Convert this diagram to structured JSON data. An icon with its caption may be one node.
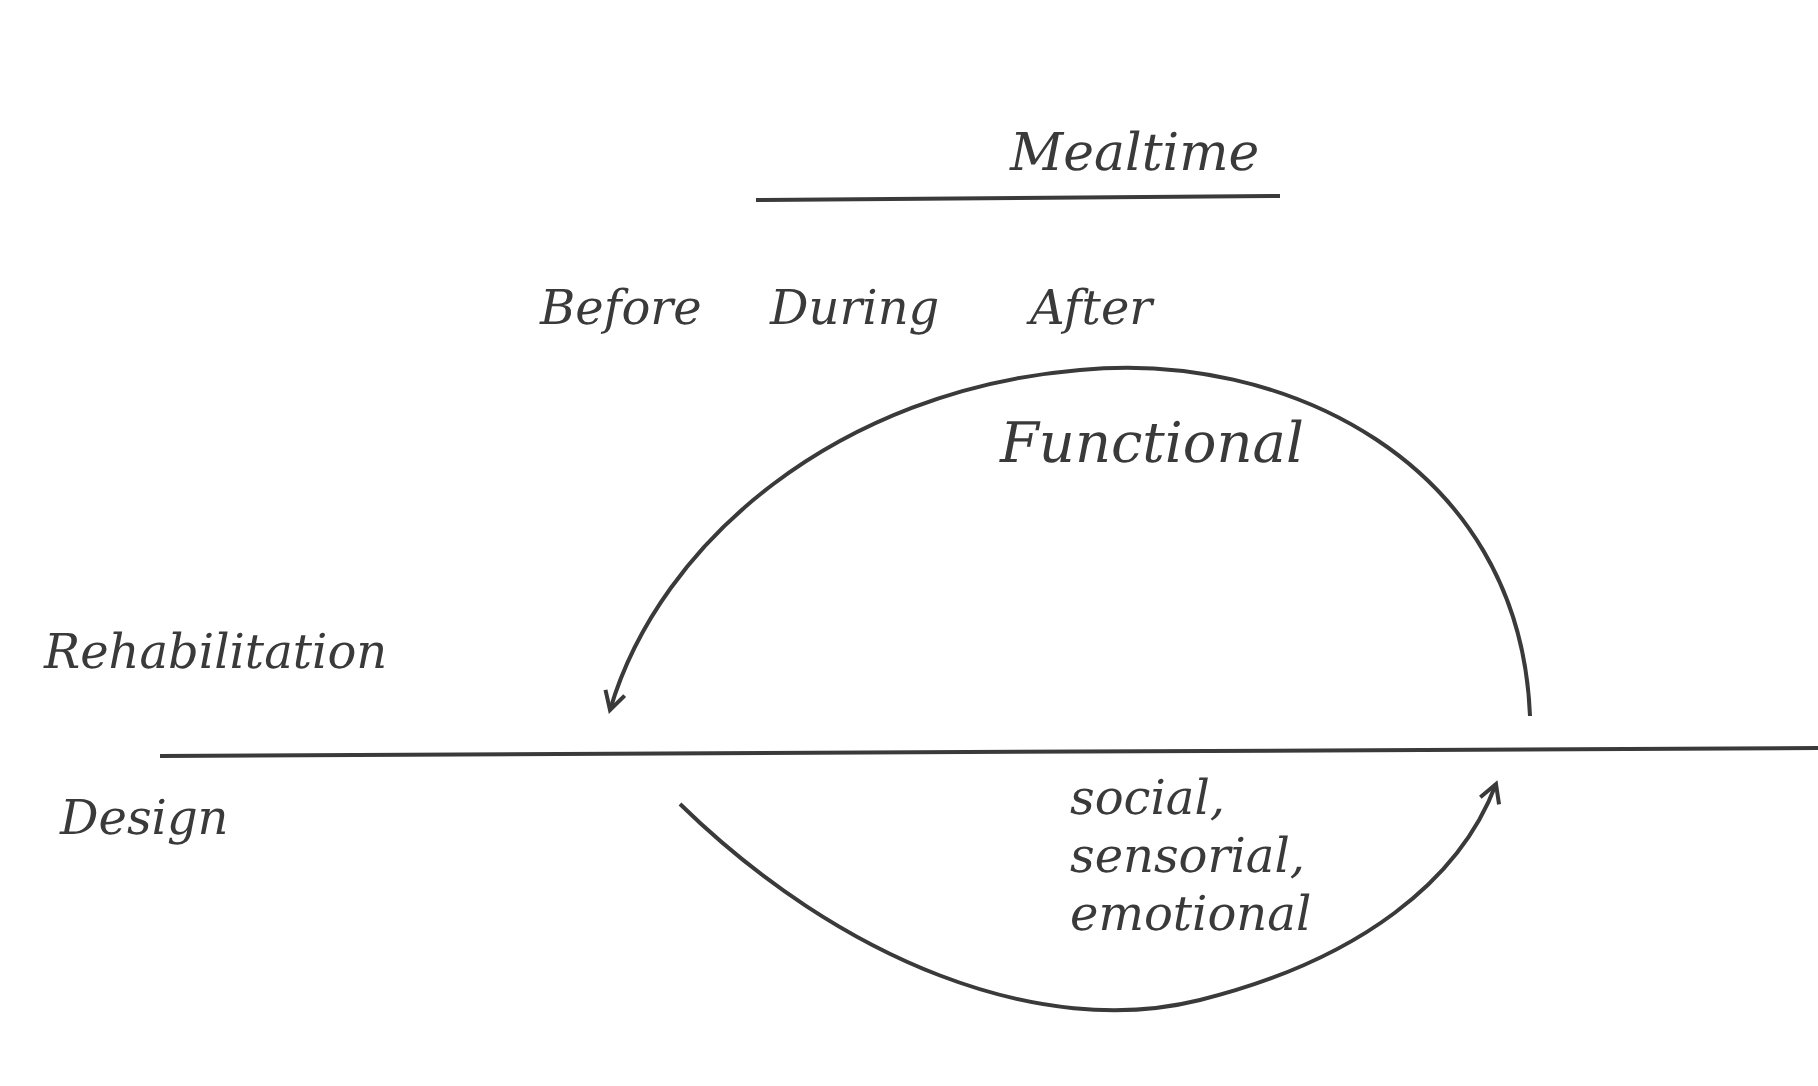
{
  "diagram": {
    "title": "Mealtime",
    "labels": [
      "Before",
      "During",
      "After",
      "Functional",
      "Rehabilitation",
      "Design",
      "social, sensorial, emotional"
    ]
  }
}
